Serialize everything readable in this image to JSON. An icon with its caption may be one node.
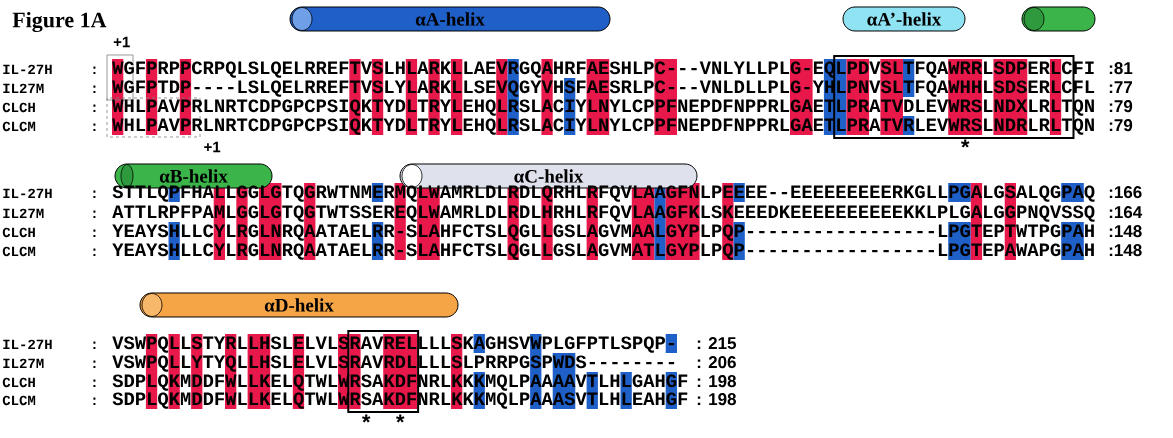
{
  "diagram": {
    "title": "Figure 1A",
    "nodes": [
      {
        "text": [
          "αA-helix"
        ]
      },
      {
        "text": [
          "αA’-helix"
        ]
      },
      {
        "text": [],
        "shape": "cylinder"
      },
      {
        "text": [
          "αB-helix"
        ]
      },
      {
        "text": [
          "αC-helix"
        ]
      },
      {
        "text": [
          "αD-helix"
        ]
      }
    ],
    "labels": [
      "+1",
      "IL-27H",
      ":",
      "WGFPRPPCRPQLSLQELRREFTVSLHLARKLLAEVRGQAHRFAESHLPC---VNLYLLPLG-EQLPDVSLTFQAWRRLSDPERLCFI",
      ":81",
      "IL27M",
      ":",
      "WGFPTDP----LSLQELRREFTVSLYLARKLLSEVQGYVHSFAESRLPC---VNLDLLPLG-YHLPNVSLTFQAWHHLSDSERLCFL",
      ":77",
      "CLCH",
      ":",
      "WHLPAVPRLNRTCDPGPCPSIQKTYDLTRYLEHQLRSLACIYLNYLCPPFNEPDFNPPRLGAETLPRATVDLEVWRSLNDXLRLTQN",
      ":79",
      "CLCM",
      ":",
      "WHLPAVPRLNRTCDPGPCPSIQKTYDLTRYLEHQLRSLACIYLNYLCPPFNEPDFNPPRLGAETLPRATVRLEVWRSLNDRLRLTQN",
      ":79",
      "+1",
      "*",
      "IL-27H",
      ":",
      "STTLQPFHALLGGLGTQGRWTNMERMQLWAMRLDLRDLQRHLRFQVLAAGFNLPEEEE--EEEEEEEEERKGLLPGALGSALQGPAQ",
      ":166",
      "IL27M",
      ":",
      "ATTLRPFPAMLGGLGTQGTWTSSEREQLWAMRLDLRDLHRHLRFQVLAAGFKLSKEEEDKEEEEEEEEEEKKLPLGALGGPNQVSSQ",
      ":164",
      "CLCH",
      ":",
      "YEAYSHLLCYLRGLNRQAATAELRR-SLAHFCTSLQGLLGSLAGVMAALGYPLPQP-----------------LPGTEPTWTPGPAH",
      ":148",
      "CLCM",
      ":",
      "YEAYSHLLCYLRGLNRQAATAELRR-SLAHFCTSLQGLLGSLAGVMATLGYPLPQP-----------------LPGTEPAWAPGPAH",
      ":148",
      "IL-27H",
      ":",
      "VSWPQLLSTYRLLHSLELVLSRAVRELLLLSKAGHSVWPLGFPTLSPQP-",
      ": 215",
      "IL27M",
      ":",
      "VSWPQLLYTYQLLHSLELVLSRAVRDLLLLSLPRRPGSPWDS--------",
      ": 206",
      "CLCH",
      ":",
      "SDPLQKMDDFWLLKELQTWLWRSAKDFNRLKKKMQLPAAAAVTLHLGAHGF",
      ": 198",
      "CLCM",
      ":",
      "SDPLQKMDDFWLLKELQTWLWRSAKDFNRLKKKMQLPAAASVTLHLEAHGF",
      ": 198",
      "*",
      "*"
    ]
  }
}
